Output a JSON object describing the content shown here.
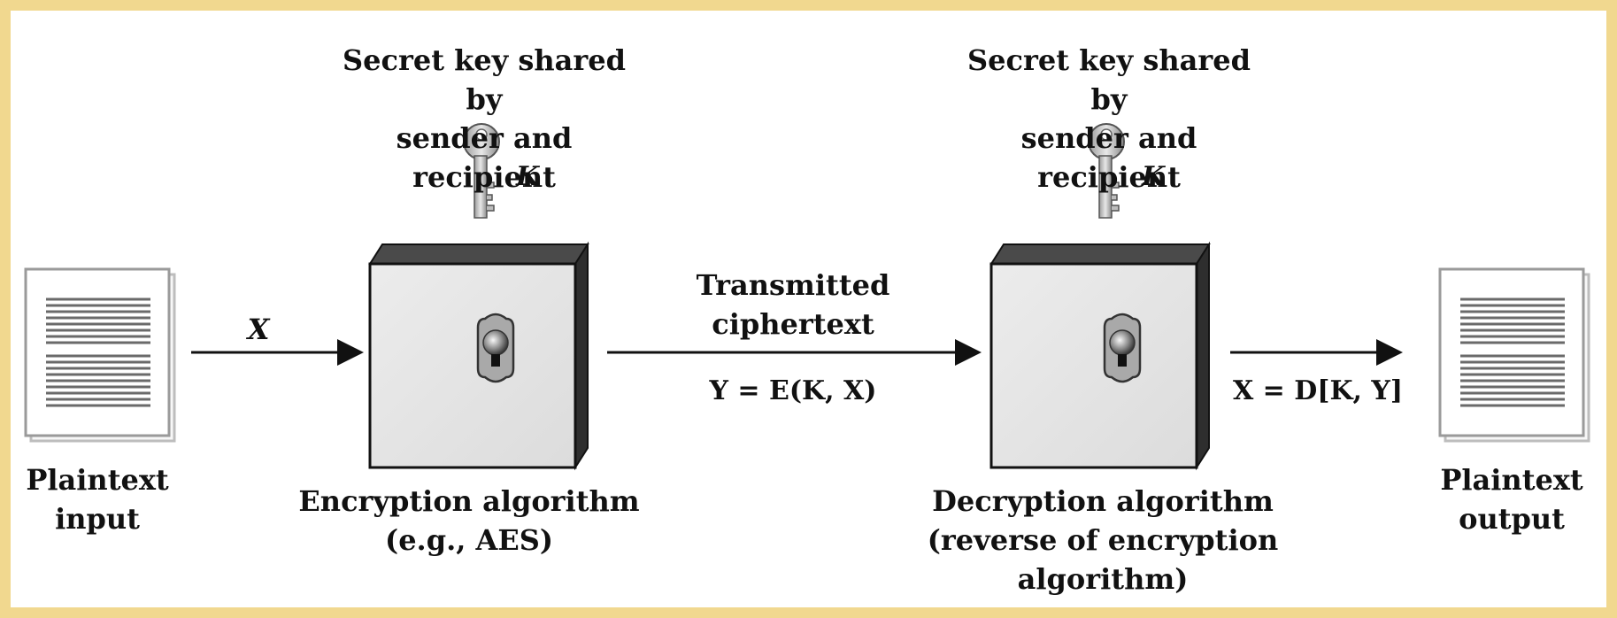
{
  "key_left": {
    "caption_line1": "Secret key shared by",
    "caption_line2": "sender and recipient",
    "symbol": "K"
  },
  "key_right": {
    "caption_line1": "Secret key shared by",
    "caption_line2": "sender and recipient",
    "symbol": "K"
  },
  "plaintext_input": {
    "line1": "Plaintext",
    "line2": "input"
  },
  "plaintext_output": {
    "line1": "Plaintext",
    "line2": "output"
  },
  "encryption": {
    "line1": "Encryption algorithm",
    "line2": "(e.g., AES)"
  },
  "decryption": {
    "line1": "Decryption algorithm",
    "line2": "(reverse of encryption",
    "line3": "algorithm)"
  },
  "arrows": {
    "input_label": "X",
    "transmit_line1": "Transmitted",
    "transmit_line2": "ciphertext",
    "transmit_formula": "Y = E(K, X)",
    "output_formula": "X = D[K, Y]"
  },
  "icons": [
    "document-icon",
    "key-icon",
    "lock-box-icon",
    "keyhole-icon",
    "arrow-icon"
  ]
}
